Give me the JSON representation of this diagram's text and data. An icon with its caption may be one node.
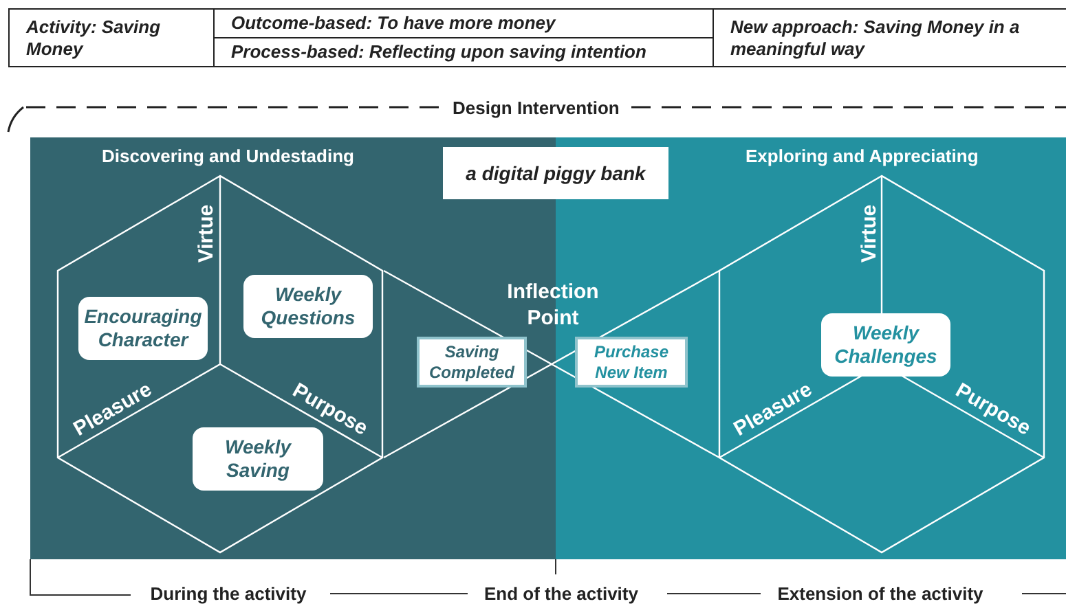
{
  "diagram": {
    "nodes": [
      {
        "text": [
          "Activity: Saving Money"
        ]
      },
      {
        "text": [
          "Outcome-based: To have more money"
        ]
      },
      {
        "text": [
          "Process-based: Reflecting upon saving intention"
        ]
      },
      {
        "text": [
          "New approach: Saving Money in a meaningful way"
        ]
      },
      {
        "text": [
          "Design Intervention"
        ]
      },
      {
        "text": [
          "Discovering and Undestading"
        ],
        "in": 4
      },
      {
        "text": [
          "a digital piggy bank"
        ],
        "in": 4
      },
      {
        "text": [
          "Exploring and Appreciating"
        ],
        "in": 4
      },
      {
        "text": [
          "Encouraging Character"
        ],
        "in": 5
      },
      {
        "text": [
          "Weekly Questions"
        ],
        "in": 5
      },
      {
        "text": [
          "Saving Completed"
        ],
        "in": 5
      },
      {
        "text": [
          "Weekly Saving"
        ],
        "in": 5
      },
      {
        "text": [
          "Purchase New Item"
        ],
        "in": 7
      },
      {
        "text": [
          "Weekly Challenges"
        ],
        "in": 7
      }
    ],
    "edges": [],
    "labels": [
      "Virtue",
      "Inflection Point",
      "Pleasure",
      "Purpose",
      "Virtue",
      "Pleasure",
      "Purpose",
      "During the activity",
      "End of the activity",
      "Extension of the activity"
    ]
  }
}
